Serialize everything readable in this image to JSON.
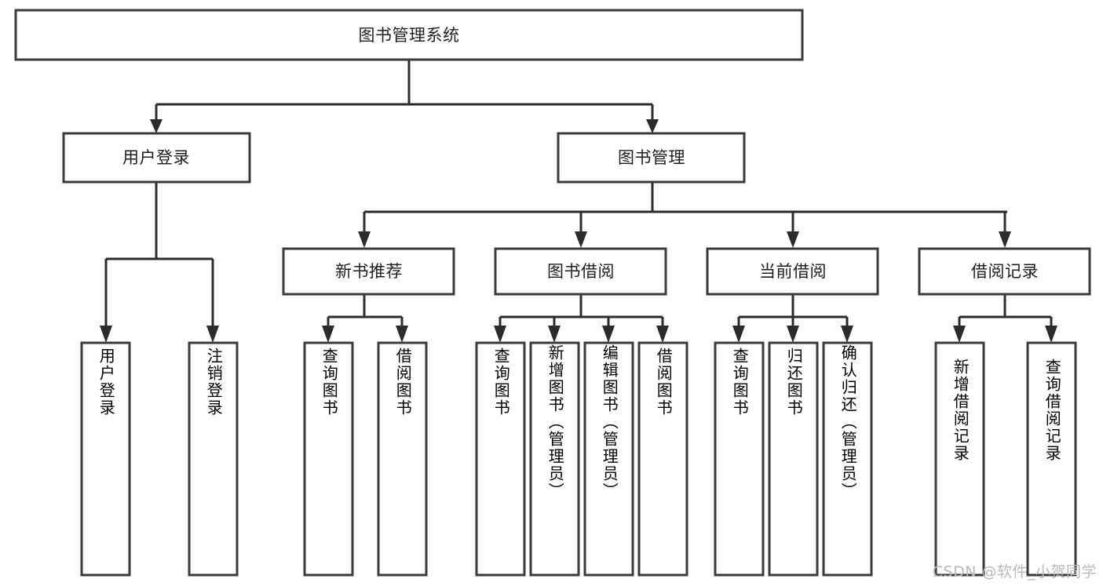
{
  "diagram": {
    "type": "tree",
    "title": "图书管理系统",
    "watermark": "CSDN @软件_小贺同学",
    "colors": {
      "box_stroke": "#3a3a3a",
      "connector": "#2b2b2b",
      "box_fill": "#ffffff",
      "text": "#1d1d1d",
      "watermark": "#b9b9b9",
      "background": "#ffffff"
    },
    "root": {
      "label": "图书管理系统"
    },
    "level2": [
      {
        "label": "用户登录"
      },
      {
        "label": "图书管理"
      }
    ],
    "level3": [
      {
        "label": "新书推荐"
      },
      {
        "label": "图书借阅"
      },
      {
        "label": "当前借阅"
      },
      {
        "label": "借阅记录"
      }
    ],
    "leaves": {
      "user_login": [
        {
          "label": "用户登录"
        },
        {
          "label": "注销登录"
        }
      ],
      "new_book_recommend": [
        {
          "label": "查询图书"
        },
        {
          "label": "借阅图书"
        }
      ],
      "book_borrow": [
        {
          "label": "查询图书"
        },
        {
          "label": "新增图书（管理员）"
        },
        {
          "label": "编辑图书（管理员）"
        },
        {
          "label": "借阅图书"
        }
      ],
      "current_borrow": [
        {
          "label": "查询图书"
        },
        {
          "label": "归还图书"
        },
        {
          "label": "确认归还（管理员）"
        }
      ],
      "borrow_record": [
        {
          "label": "新增借阅记录"
        },
        {
          "label": "查询借阅记录"
        }
      ]
    }
  }
}
